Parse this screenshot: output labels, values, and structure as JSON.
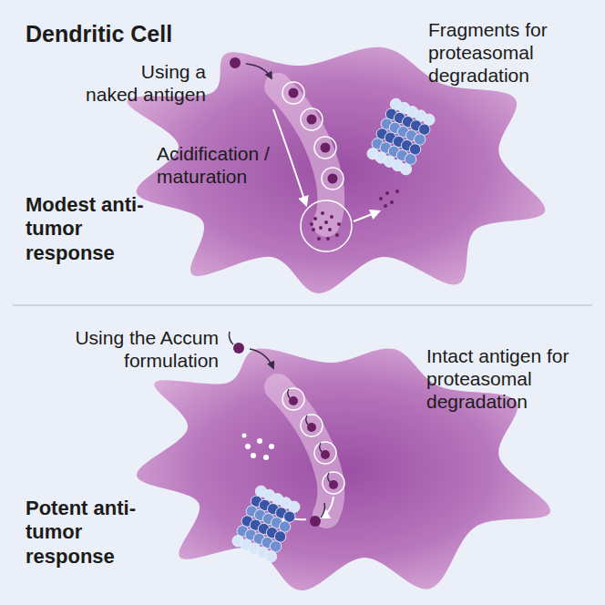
{
  "diagram": {
    "title": "Dendritic Cell",
    "labels": [
      "Using a naked antigen",
      "Acidification / maturation",
      "Fragments for proteasomal degradation",
      "Modest anti-tumor response",
      "Using the Accum formulation",
      "Intact antigen for proteasomal degradation",
      "Potent anti-tumor response"
    ]
  }
}
